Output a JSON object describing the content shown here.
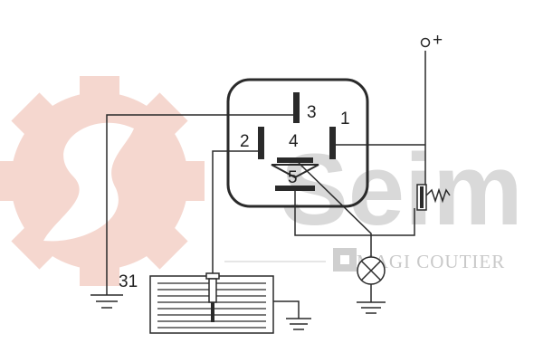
{
  "diagram": {
    "pins": {
      "pin1": "1",
      "pin2": "2",
      "pin3": "3",
      "pin4": "4",
      "pin5": "5"
    },
    "supply_label": "+",
    "ground_label": "31"
  },
  "watermark": {
    "brand": "Seim",
    "tagline": "MAGI COUTIER"
  },
  "colors": {
    "line": "#2a2a2a",
    "gear": "#f5d7cf",
    "wordmark": "#d9d9d9",
    "tagline": "#c9c9c9"
  }
}
